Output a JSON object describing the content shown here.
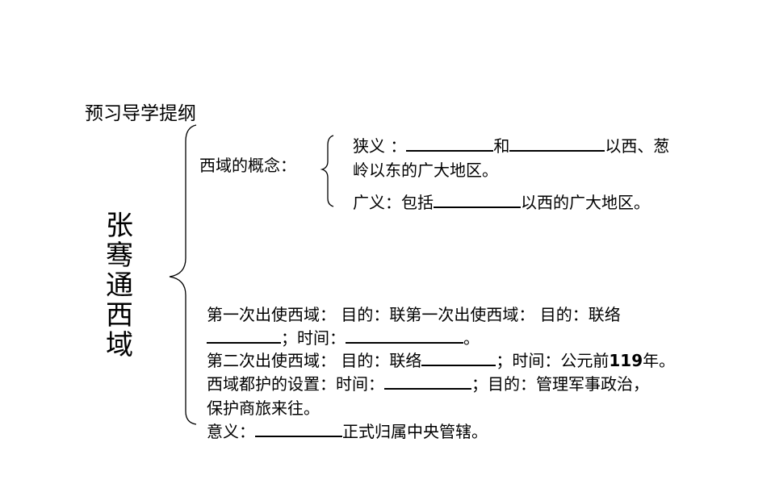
{
  "heading": "预习导学提纲",
  "vertical_title": [
    "张",
    "骞",
    "通",
    "西",
    "域"
  ],
  "concept": {
    "label": "西域的概念：",
    "narrow_a": "狭义 ：",
    "narrow_b": "和",
    "narrow_c": "以西、葱",
    "narrow_line2": "岭以东的广大地区。",
    "broad_a": "广义：包括",
    "broad_b": "以西的广大地区。"
  },
  "lower": {
    "l1": "第一次出使西域： 目的：联第一次出使西域： 目的：联络",
    "l2b": "；时间：",
    "l2d": "。",
    "l3a": "第二次出使西域： 目的：联络",
    "l3b": "；时间：公元前",
    "l3c": "119",
    "l3d": "年。",
    "l4a": "西域都护的设置：时间：",
    "l4b": "；目的：管理军事政治，",
    "l5": "保护商旅来往。",
    "l6a": "意义：",
    "l6b": "正式归属中央管辖。"
  }
}
